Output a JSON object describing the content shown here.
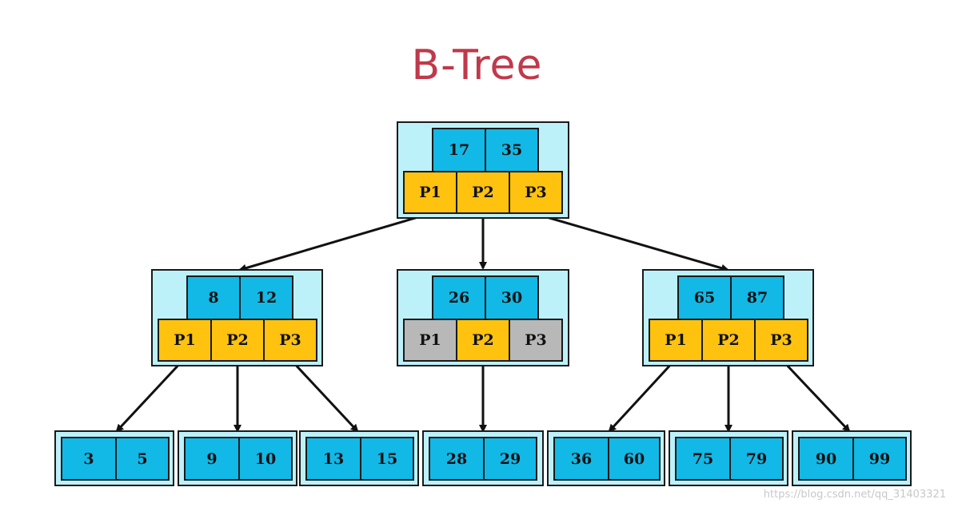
{
  "title": "B-Tree",
  "watermark": "https://blog.csdn.net/qq_31403321",
  "colors": {
    "key": "#12b8e6",
    "pointer": "#ffc20e",
    "pointer_unused": "#b8b8b8",
    "node_bg": "#bdf1fa",
    "title": "#c0394b"
  },
  "root": {
    "keys": [
      "17",
      "35"
    ],
    "pointers": [
      "P1",
      "P2",
      "P3"
    ]
  },
  "internal": [
    {
      "keys": [
        "8",
        "12"
      ],
      "pointers": [
        "P1",
        "P2",
        "P3"
      ]
    },
    {
      "keys": [
        "26",
        "30"
      ],
      "pointers": [
        "P1",
        "P2",
        "P3"
      ]
    },
    {
      "keys": [
        "65",
        "87"
      ],
      "pointers": [
        "P1",
        "P2",
        "P3"
      ]
    }
  ],
  "leaves": [
    {
      "keys": [
        "3",
        "5"
      ]
    },
    {
      "keys": [
        "9",
        "10"
      ]
    },
    {
      "keys": [
        "13",
        "15"
      ]
    },
    {
      "keys": [
        "28",
        "29"
      ]
    },
    {
      "keys": [
        "36",
        "60"
      ]
    },
    {
      "keys": [
        "75",
        "79"
      ]
    },
    {
      "keys": [
        "90",
        "99"
      ]
    }
  ]
}
